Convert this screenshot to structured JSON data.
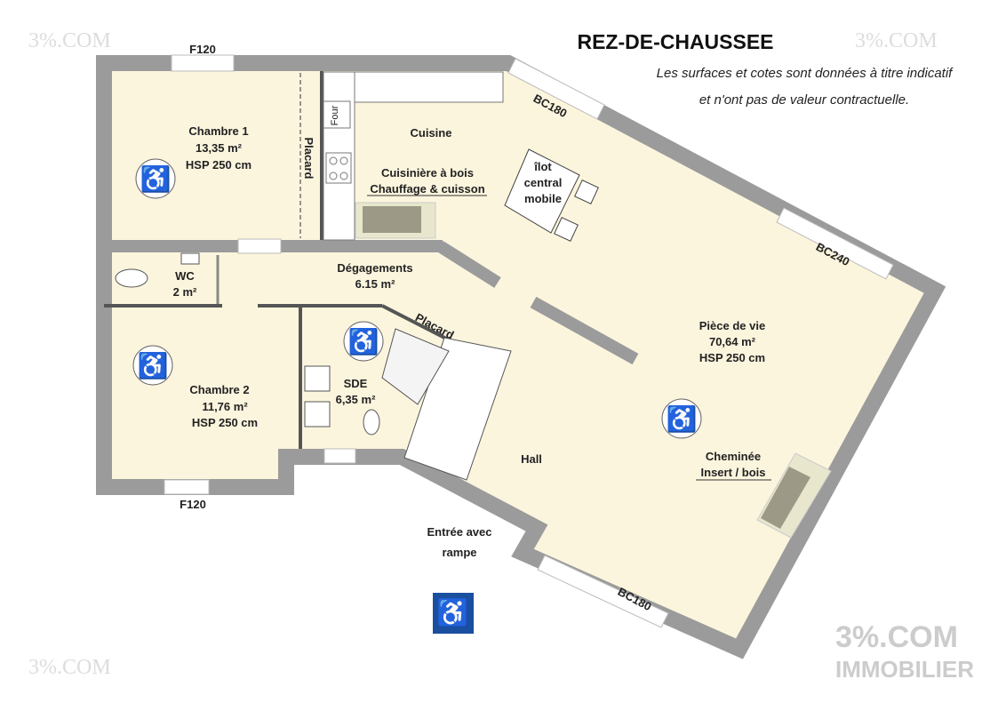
{
  "header": {
    "title": "REZ-DE-CHAUSSEE",
    "disclaimer_line1": "Les surfaces et cotes sont données à titre indicatif",
    "disclaimer_line2": "et n'ont pas de valeur contractuelle."
  },
  "watermark": {
    "brand": "3%.COM",
    "sub": "IMMOBILIER"
  },
  "colors": {
    "wall": "#9b9b9b",
    "floor": "#fcf5de",
    "accent": "#1a4fa0"
  },
  "rooms": {
    "chambre1": {
      "name": "Chambre 1",
      "area": "13,35 m²",
      "height": "HSP 250 cm"
    },
    "placard1": "Placard",
    "cuisine": "Cuisine",
    "four": "Four",
    "cuisiniere": {
      "line1": "Cuisinière à bois",
      "line2": "Chauffage & cuisson"
    },
    "ilot": {
      "line1": "îlot",
      "line2": "central",
      "line3": "mobile"
    },
    "wc": {
      "name": "WC",
      "area": "2 m²"
    },
    "degagements": {
      "name": "Dégagements",
      "area": "6.15 m²"
    },
    "placard2": "Placard",
    "sde": {
      "name": "SDE",
      "area": "6,35 m²"
    },
    "chambre2": {
      "name": "Chambre 2",
      "area": "11,76 m²",
      "height": "HSP 250 cm"
    },
    "piece_de_vie": {
      "name": "Pièce de vie",
      "area": "70,64 m²",
      "height": "HSP 250 cm"
    },
    "hall": "Hall",
    "cheminee": {
      "line1": "Cheminée",
      "line2": "Insert / bois"
    },
    "entree": {
      "line1": "Entrée avec",
      "line2": "rampe"
    }
  },
  "openings": {
    "f120_top": "F120",
    "f120_bottom": "F120",
    "bc180_top": "BC180",
    "bc240": "BC240",
    "bc180_bottom": "BC180"
  },
  "icons": [
    "wheelchair-icon",
    "accessibility-ramp-sign-icon"
  ]
}
